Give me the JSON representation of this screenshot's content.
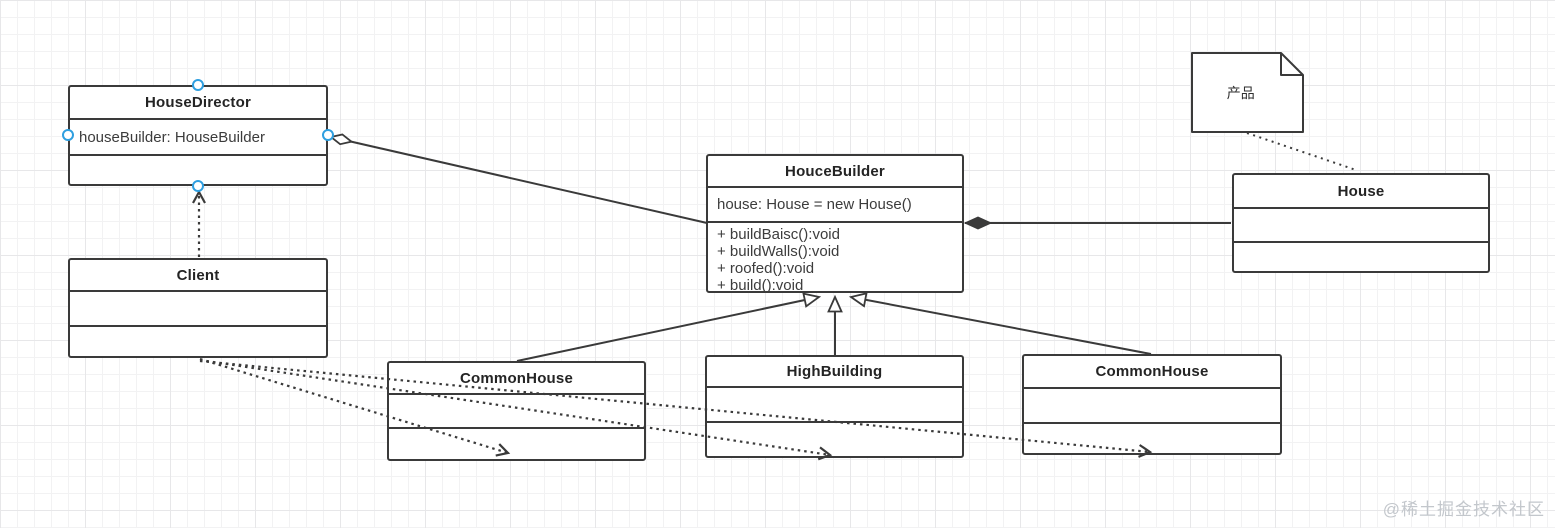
{
  "diagram": {
    "classes": {
      "house_director": {
        "name": "HouseDirector",
        "attribute": "houseBuilder: HouseBuilder"
      },
      "client": {
        "name": "Client"
      },
      "houce_builder": {
        "name": "HouceBuilder",
        "attribute": "house: House = new House()",
        "methods": [
          "+ buildBaisc():void",
          "+ buildWalls():void",
          "+ roofed():void",
          "+ build():void"
        ]
      },
      "house": {
        "name": "House"
      },
      "common_house_left": {
        "name": "CommonHouse"
      },
      "high_building": {
        "name": "HighBuilding"
      },
      "common_house_right": {
        "name": "CommonHouse"
      }
    },
    "note": {
      "text": "产品"
    },
    "watermark": "@稀土掘金技术社区",
    "colors": {
      "stroke": "#3a3a3a",
      "selection_handle": "#2f9fe0",
      "watermark": "#c3c7cc",
      "background": "#ffffff"
    }
  }
}
